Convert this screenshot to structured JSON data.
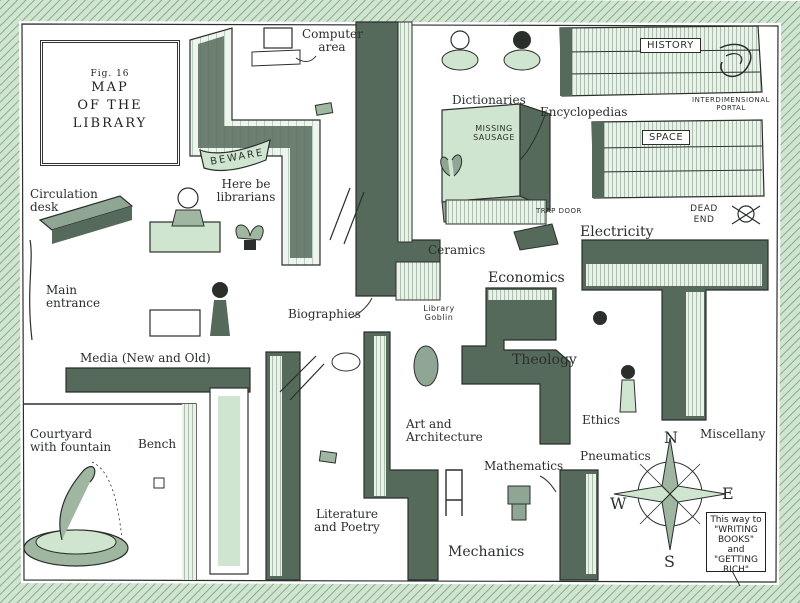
{
  "title": {
    "fig": "Fig. 16",
    "line1": "MAP",
    "line2": "OF THE",
    "line3": "LIBRARY"
  },
  "labels": {
    "computer_area": "Computer area",
    "dictionaries": "Dictionaries",
    "encyclopedias": "Encyclopedias",
    "history": "HISTORY",
    "interdimensional_portal": "INTERDIMENSIONAL PORTAL",
    "space": "SPACE",
    "missing_sausage": "MISSING SAUSAGE",
    "trap_door": "TRAP DOOR",
    "beware": "BEWARE",
    "here_be_librarians": "Here be librarians",
    "circulation_desk": "Circulation desk",
    "ceramics": "Ceramics",
    "electricity": "Electricity",
    "dead_end": "DEAD END",
    "economics": "Economics",
    "main_entrance": "Main entrance",
    "biographies": "Biographies",
    "library_goblin": "Library Goblin",
    "theology": "Theology",
    "media": "Media (New and Old)",
    "ethics": "Ethics",
    "miscellany": "Miscellany",
    "art_and_architecture": "Art and Architecture",
    "courtyard": "Courtyard with fountain",
    "bench": "Bench",
    "pneumatics": "Pneumatics",
    "mathematics": "Mathematics",
    "literature_and_poetry": "Literature and Poetry",
    "mechanics": "Mechanics",
    "sign": "This way to \"WRITING BOOKS\" and \"GETTING RICH\""
  },
  "compass": {
    "n": "N",
    "s": "S",
    "e": "E",
    "w": "W"
  },
  "colors": {
    "wall": "#566a5b",
    "wall_light": "#9fb7a1",
    "mint": "#cfe5cf",
    "ink": "#2b2f2c",
    "paper": "#ffffff"
  }
}
